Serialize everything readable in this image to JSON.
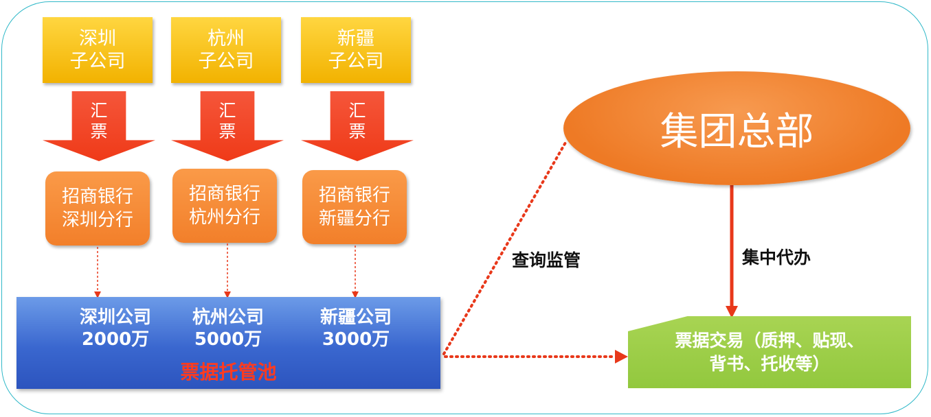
{
  "subsidiaries": [
    {
      "line1": "深圳",
      "line2": "子公司"
    },
    {
      "line1": "杭州",
      "line2": "子公司"
    },
    {
      "line1": "新疆",
      "line2": "子公司"
    }
  ],
  "arrow_label": {
    "line1": "汇",
    "line2": "票"
  },
  "banks": [
    {
      "line1": "招商银行",
      "line2": "深圳分行"
    },
    {
      "line1": "招商银行",
      "line2": "杭州分行"
    },
    {
      "line1": "招商银行",
      "line2": "新疆分行"
    }
  ],
  "pool": {
    "items": [
      {
        "name": "深圳公司",
        "amount": "2000万"
      },
      {
        "name": "杭州公司",
        "amount": "5000万"
      },
      {
        "name": "新疆公司",
        "amount": "3000万"
      }
    ],
    "title": "票据托管池"
  },
  "hq": {
    "label": "集团总部"
  },
  "trade": {
    "line1": "票据交易（质押、贴现、",
    "line2": "背书、托收等）"
  },
  "labels": {
    "query": "查询监管",
    "central": "集中代办"
  },
  "colors": {
    "dotted": "#e8381a",
    "frame": "#2fb8c8"
  }
}
